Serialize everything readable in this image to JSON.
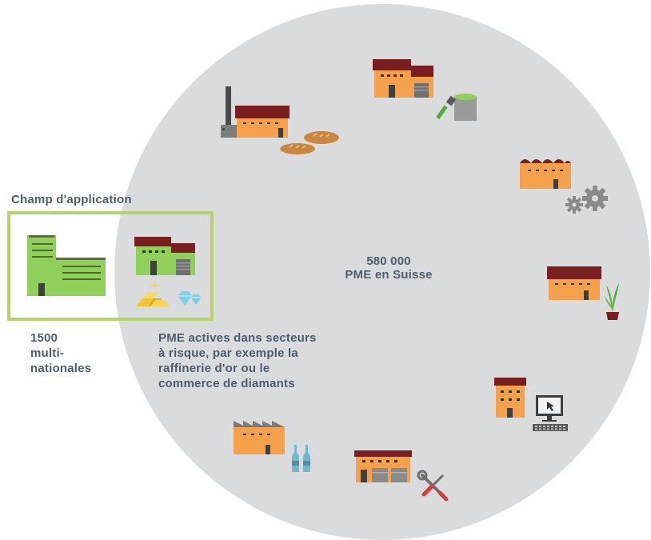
{
  "scope": {
    "title": "Champ d'application"
  },
  "multinationals": {
    "lines": [
      "1500",
      "multi-",
      "nationales"
    ]
  },
  "risk_sme": {
    "lines": [
      "PME actives dans secteurs",
      "à risque, par exemple la",
      "raffinerie d'or ou le",
      "commerce de diamants"
    ]
  },
  "total_sme": {
    "number": "580 000",
    "label": "PME en Suisse"
  },
  "colors": {
    "circle": "#dadbdc",
    "scope_green": "#b5d26b",
    "building_green": "#8fcf5a",
    "building_orange": "#f5a04a",
    "roof_brown": "#7a1f1f",
    "text": "#4c5d6d"
  },
  "icons": [
    "multinational-building-icon",
    "green-sme-building-icon",
    "gold-bars-icon",
    "diamonds-icon",
    "factory-chimney-icon",
    "bread-icon",
    "paint-shop-icon",
    "paint-bucket-icon",
    "sawtooth-factory-icon",
    "gears-icon",
    "nursery-building-icon",
    "potted-plant-icon",
    "office-building-icon",
    "computer-icon",
    "garage-icon",
    "tools-icon",
    "bottling-factory-icon",
    "bottles-icon"
  ]
}
